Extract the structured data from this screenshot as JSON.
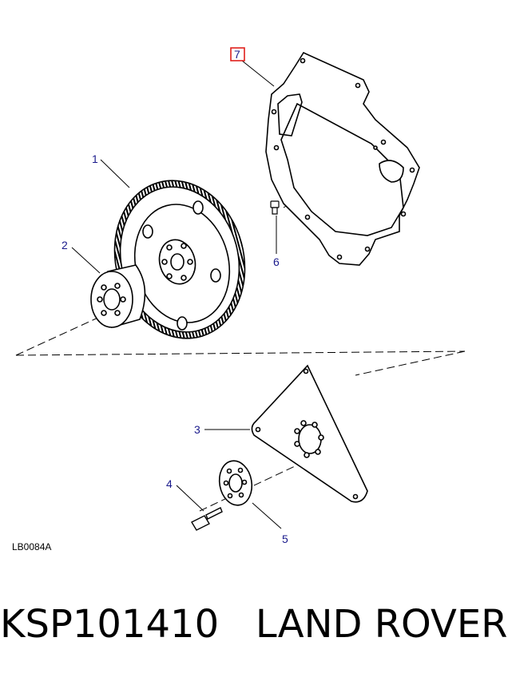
{
  "diagram": {
    "callouts": {
      "c1": "1",
      "c2": "2",
      "c3": "3",
      "c4": "4",
      "c5": "5",
      "c6": "6",
      "c7": "7"
    },
    "reference_code": "LB0084A",
    "highlight_color": "#e0201c",
    "callout_color": "#1a1a8c"
  },
  "caption": {
    "part_number": "KSP101410",
    "brand": "LAND ROVER",
    "text": "KSP101410   LAND ROVER"
  }
}
